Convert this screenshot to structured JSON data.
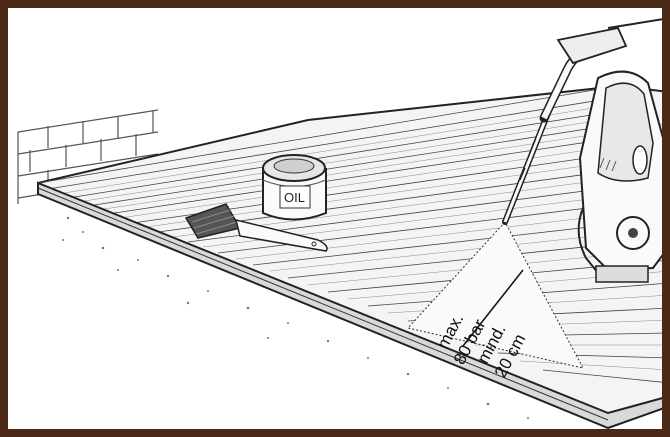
{
  "illustration": {
    "oil_can_label": "OIL",
    "spray_labels": {
      "pressure_line1": "max.",
      "pressure_line2": "80 bar",
      "distance_line1": "mind.",
      "distance_line2": "20 cm"
    }
  }
}
